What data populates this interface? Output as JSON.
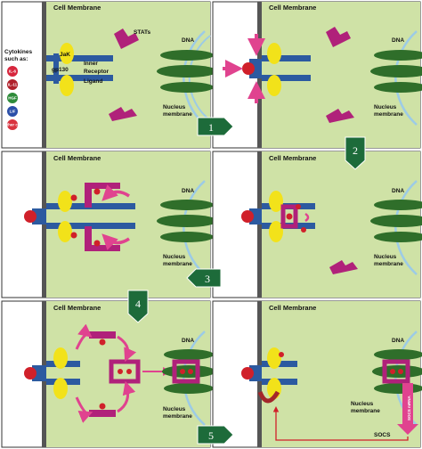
{
  "membrane_label": "Cell Membrane",
  "dna_label": "DNA",
  "nucleus_label_line1": "Nucleus",
  "nucleus_label_line2": "membrane",
  "stats_label": "STATs",
  "cytokines_label_line1": "Cytokines",
  "cytokines_label_line2": "such as:",
  "cytokines": [
    {
      "label": "IL-6",
      "color": "#d7263d"
    },
    {
      "label": "IL-11",
      "color": "#b0202a"
    },
    {
      "label": "HGF",
      "color": "#2e8b3a"
    },
    {
      "label": "LIF",
      "color": "#2b4fa8"
    },
    {
      "label": "Other cyt",
      "color": "#d9343f"
    }
  ],
  "jak_label": "JaK",
  "gp130_label": "gp130",
  "receptor_labels": [
    "Inner",
    "Receptor",
    "Ligand"
  ],
  "steps": [
    "1",
    "2",
    "3",
    "4",
    "5"
  ],
  "socs_label": "SOCS",
  "mrna_label": "SOCS mRNA",
  "colors": {
    "panel_bg": "#cfe2a6",
    "membrane": "#555555",
    "receptor": "#2c5aa0",
    "jak": "#f2e21a",
    "stat": "#b0217a",
    "phospho": "#d0202a",
    "ligand": "#d0202a",
    "arrow": "#e0438f",
    "step_box": "#1d6b3a",
    "dna": "#2f6e2a",
    "nucleus": "#9ccbe6"
  }
}
